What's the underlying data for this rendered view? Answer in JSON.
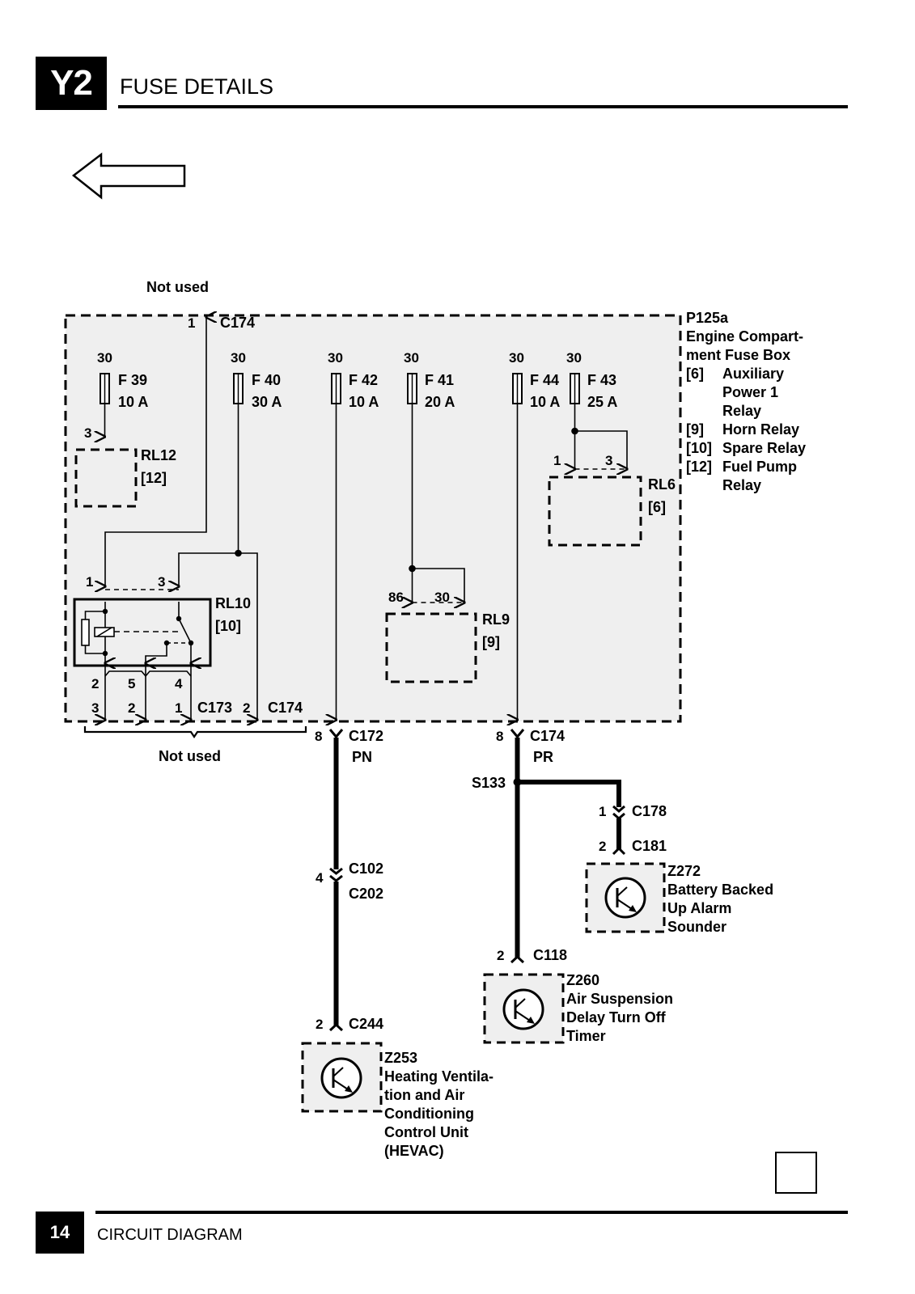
{
  "header": {
    "section_code": "Y2",
    "title": "FUSE DETAILS"
  },
  "footer": {
    "page_number": "14",
    "title": "CIRCUIT DIAGRAM"
  },
  "nav": {
    "icon": "left-arrow-icon"
  },
  "labels": {
    "not_used_top": "Not used",
    "not_used_bottom": "Not used",
    "pin_1": "1",
    "pin_2": "2",
    "pin_3": "3",
    "pin_4": "4",
    "pin_5": "5",
    "pin_8": "8",
    "pin_30": "30",
    "pin_86": "86",
    "c174": "C174",
    "c173": "C173",
    "c172": "C172",
    "c178": "C178",
    "c181": "C181",
    "c118": "C118",
    "c102": "C102",
    "c202": "C202",
    "c244": "C244",
    "s133": "S133",
    "pn": "PN",
    "pr": "PR"
  },
  "fuse_box": {
    "id": "P125a",
    "name_lines": [
      "Engine Compart-",
      "ment Fuse Box"
    ],
    "legend": [
      {
        "ref": "[6]",
        "lines": [
          "Auxiliary",
          "Power 1",
          "Relay"
        ]
      },
      {
        "ref": "[9]",
        "lines": [
          "Horn Relay"
        ]
      },
      {
        "ref": "[10]",
        "lines": [
          "Spare Relay"
        ]
      },
      {
        "ref": "[12]",
        "lines": [
          "Fuel Pump",
          "Relay"
        ]
      }
    ]
  },
  "fuses": [
    {
      "id": "F 39",
      "rating": "10 A"
    },
    {
      "id": "F 40",
      "rating": "30 A"
    },
    {
      "id": "F 42",
      "rating": "10 A"
    },
    {
      "id": "F 41",
      "rating": "20 A"
    },
    {
      "id": "F 44",
      "rating": "10 A"
    },
    {
      "id": "F 43",
      "rating": "25 A"
    }
  ],
  "relays": [
    {
      "id": "RL12",
      "ref": "[12]"
    },
    {
      "id": "RL10",
      "ref": "[10]"
    },
    {
      "id": "RL9",
      "ref": "[9]"
    },
    {
      "id": "RL6",
      "ref": "[6]"
    }
  ],
  "components": [
    {
      "id": "Z272",
      "lines": [
        "Battery Backed",
        "Up Alarm",
        "Sounder"
      ]
    },
    {
      "id": "Z260",
      "lines": [
        "Air Suspension",
        "Delay Turn Off",
        "Timer"
      ]
    },
    {
      "id": "Z253",
      "lines": [
        "Heating Ventila-",
        "tion and Air",
        "Conditioning",
        "Control Unit",
        "(HEVAC)"
      ]
    }
  ]
}
